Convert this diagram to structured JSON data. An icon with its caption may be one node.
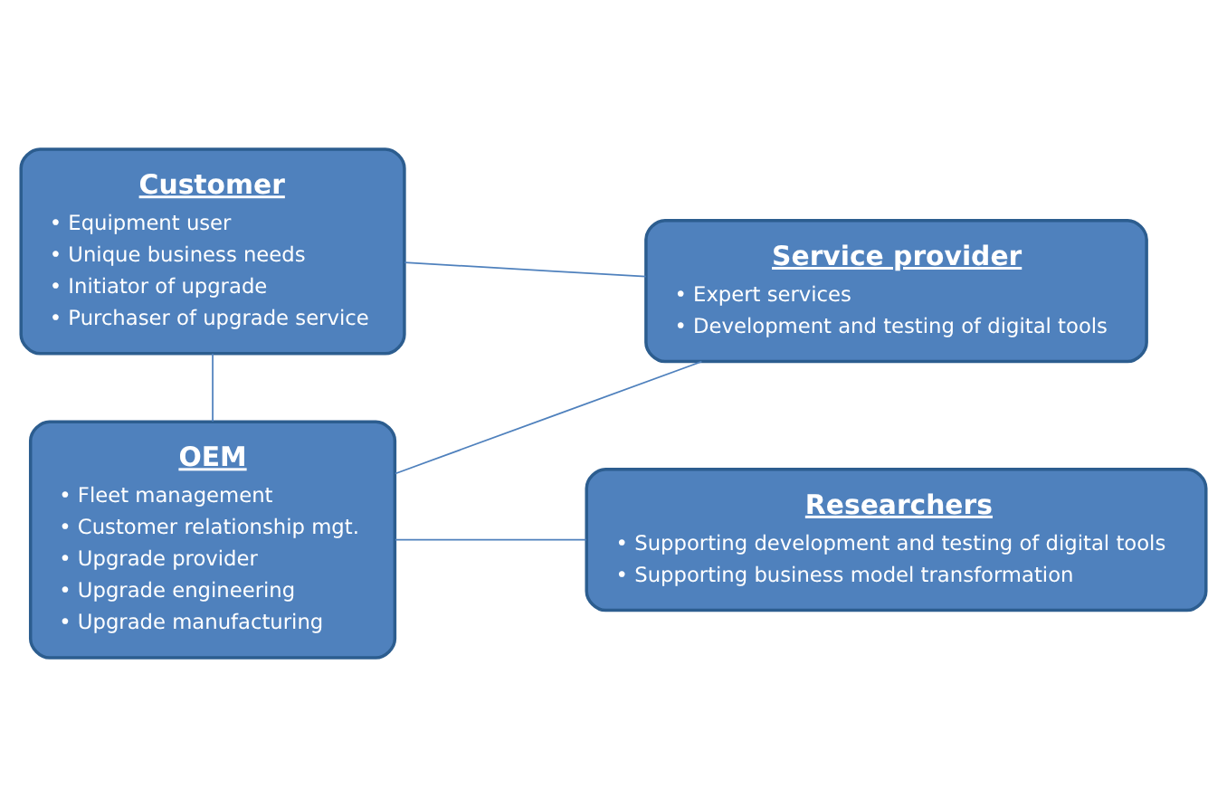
{
  "diagram": {
    "nodes": [
      {
        "text": [
          "Customer",
          "• Equipment user",
          "• Unique business needs",
          "• Initiator of upgrade",
          "• Purchaser of upgrade service"
        ]
      },
      {
        "text": [
          "Service provider",
          "• Expert services",
          "• Development and testing of digital tools"
        ]
      },
      {
        "text": [
          "OEM",
          "• Fleet management",
          "• Customer relationship mgt.",
          "• Upgrade provider",
          "• Upgrade engineering",
          "• Upgrade manufacturing"
        ]
      },
      {
        "text": [
          "Researchers",
          "• Supporting development and testing of digital tools",
          "• Supporting business model transformation"
        ]
      }
    ],
    "edges": [
      {
        "from": 0,
        "to": 1,
        "arrow": "none"
      },
      {
        "from": 0,
        "to": 2,
        "arrow": "none"
      },
      {
        "from": 2,
        "to": 1,
        "arrow": "none"
      },
      {
        "from": 2,
        "to": 3,
        "arrow": "none"
      }
    ]
  }
}
